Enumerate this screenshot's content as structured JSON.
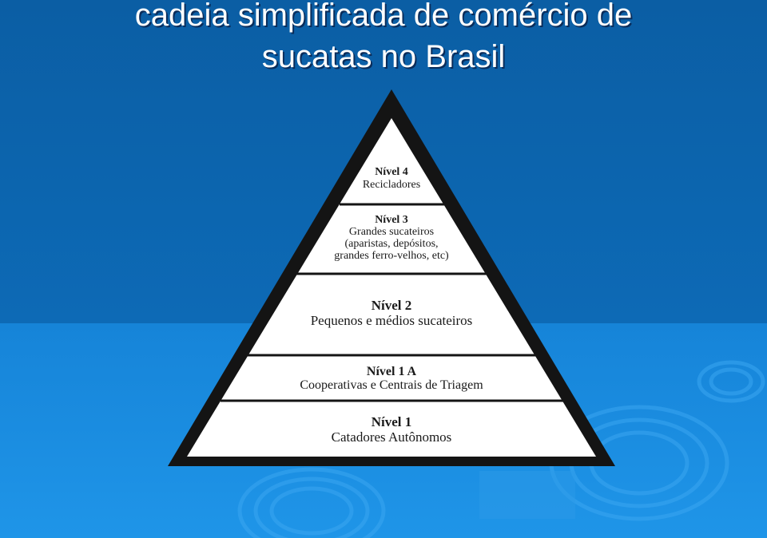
{
  "title": {
    "line1": "cadeia simplificada de comércio de",
    "line2": "sucatas no Brasil"
  },
  "colors": {
    "background_top": "#0a5fa6",
    "background_bottom": "#1a8fe0",
    "pyramid_fill": "#ffffff",
    "pyramid_border": "#141414"
  },
  "levels": [
    {
      "heading": "Nível 4",
      "lines": [
        "Recicladores"
      ]
    },
    {
      "heading": "Nível 3",
      "lines": [
        "Grandes sucateiros",
        "(aparistas, depósitos,",
        "grandes ferro-velhos, etc)"
      ]
    },
    {
      "heading": "Nível 2",
      "lines": [
        "Pequenos e médios sucateiros"
      ]
    },
    {
      "heading": "Nível 1 A",
      "lines": [
        "Cooperativas e Centrais de Triagem"
      ]
    },
    {
      "heading": "Nível 1",
      "lines": [
        "Catadores Autônomos"
      ]
    }
  ]
}
